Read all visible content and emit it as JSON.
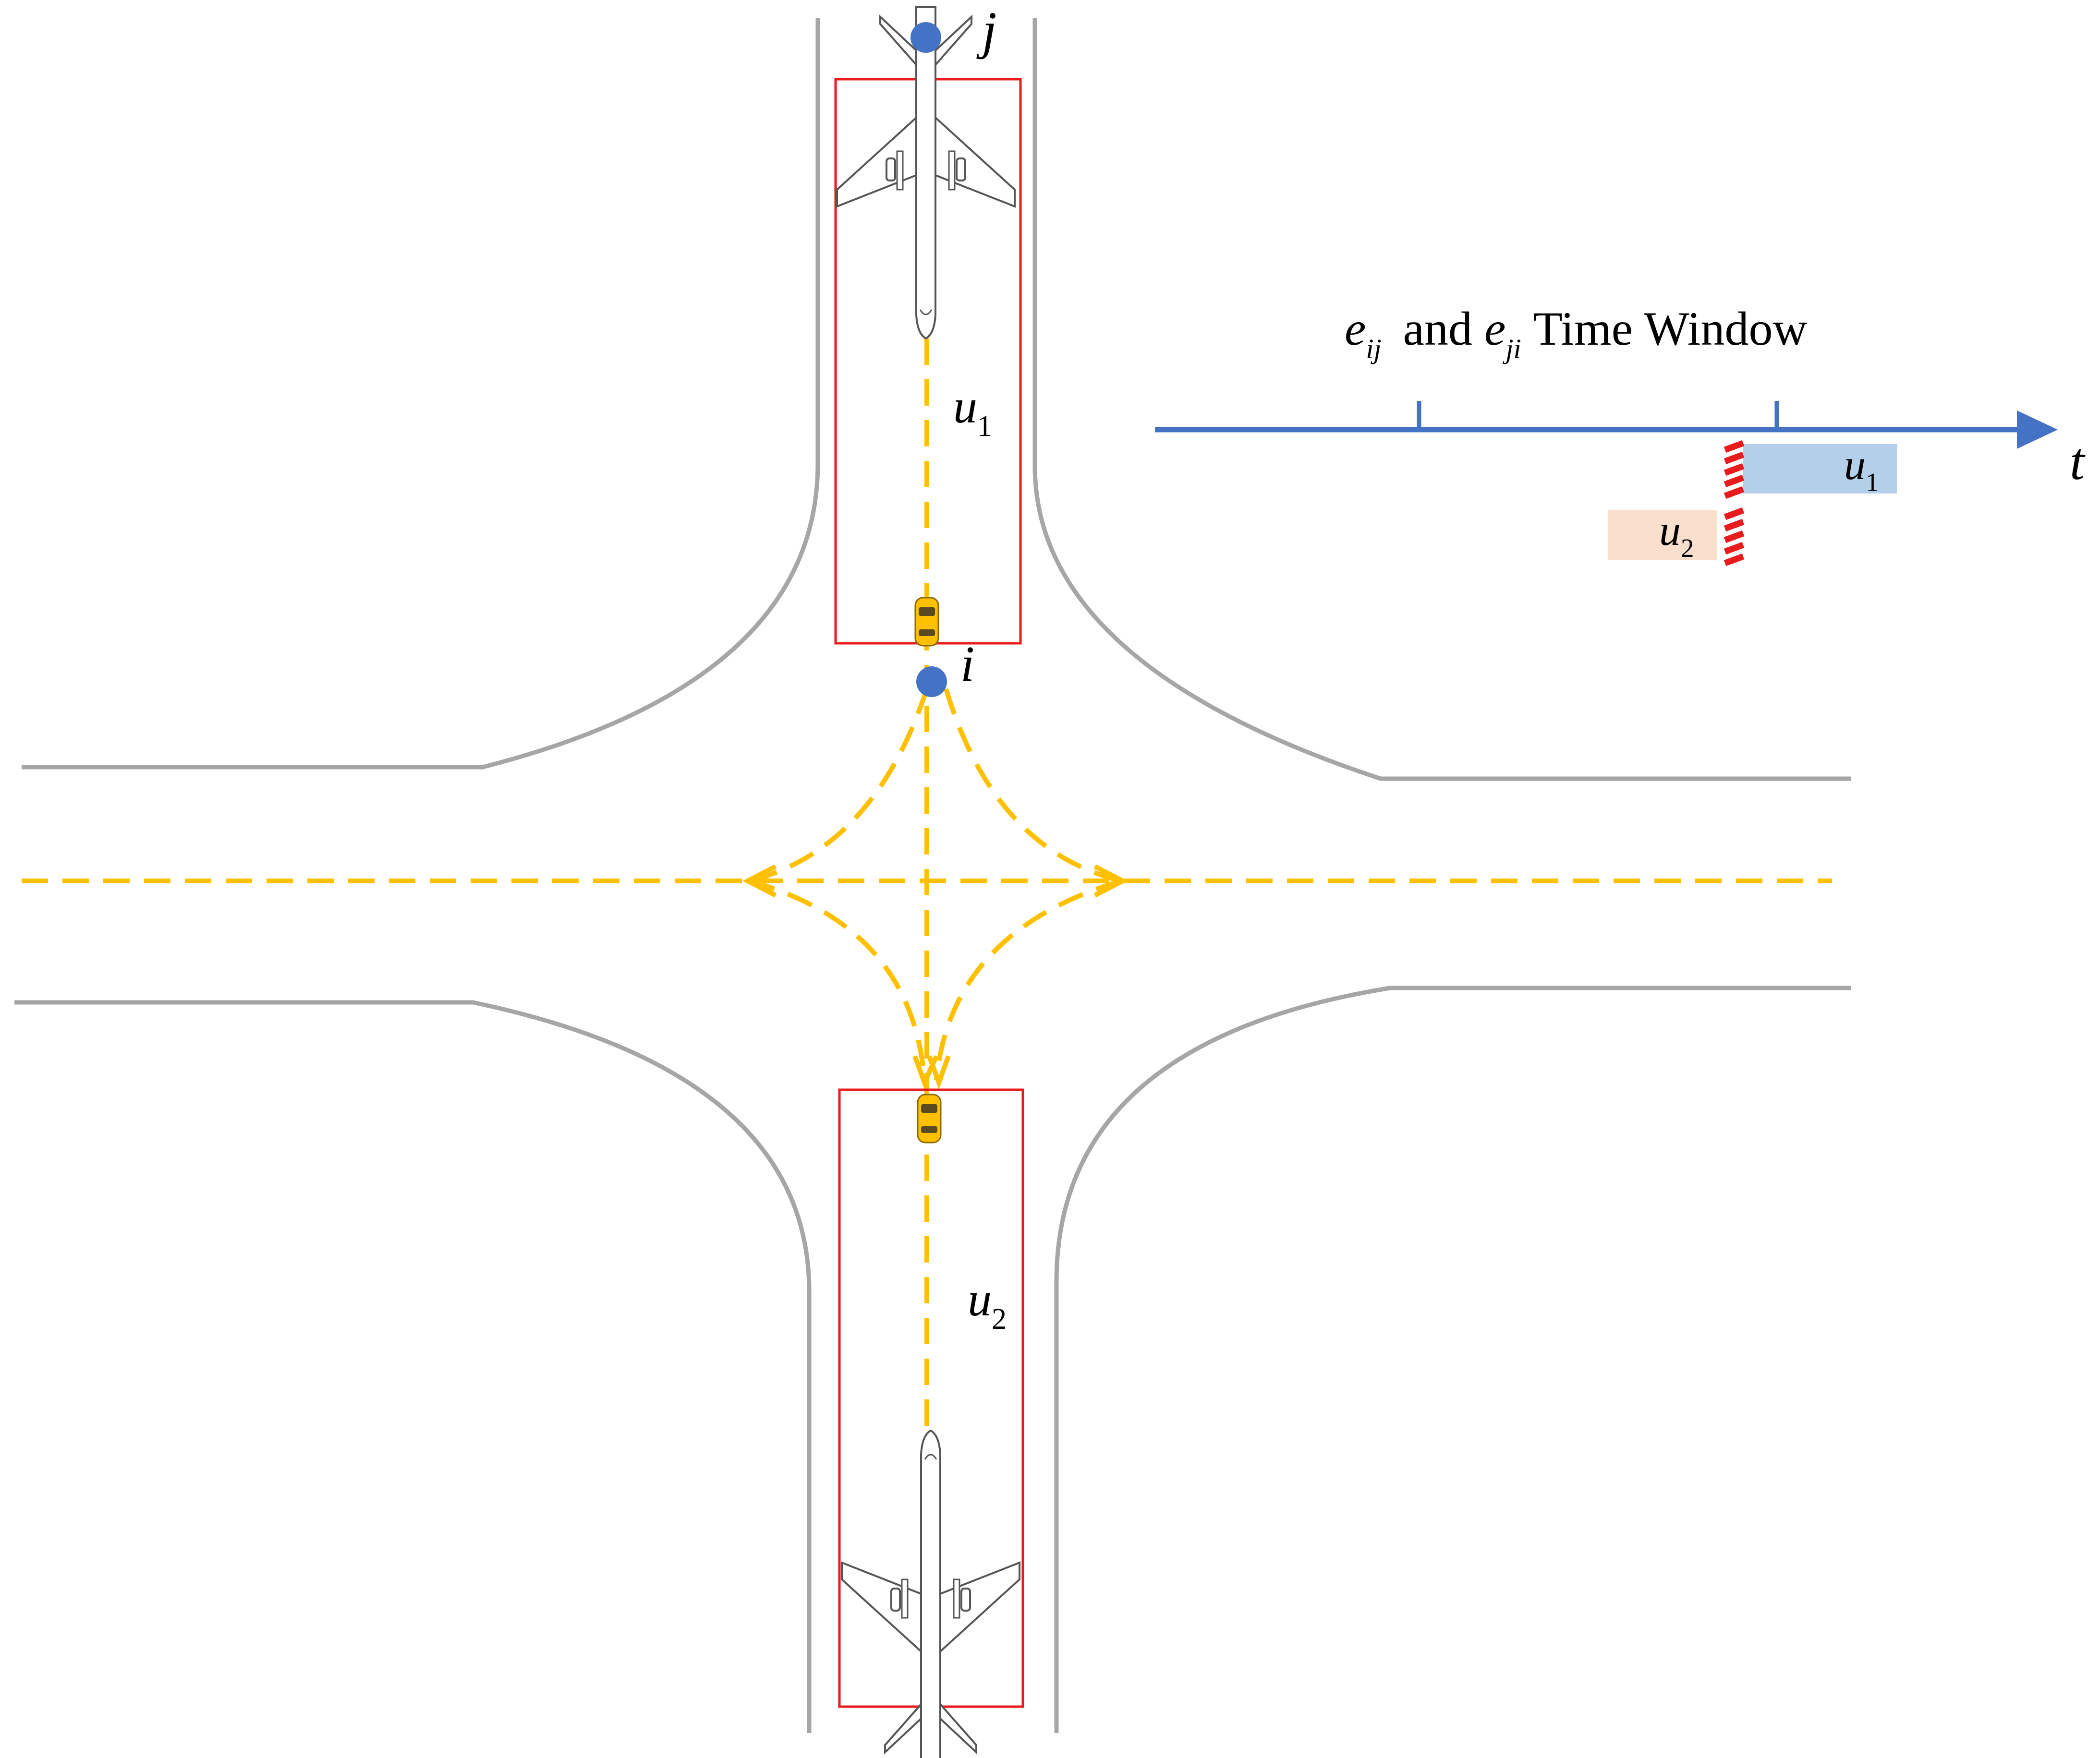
{
  "nodes": [
    {
      "id": "j",
      "label": "j"
    },
    {
      "id": "i",
      "label": "i"
    }
  ],
  "zones": [
    {
      "id": "u1",
      "base": "u",
      "sub": "1"
    },
    {
      "id": "u2",
      "base": "u",
      "sub": "2"
    }
  ],
  "timeline": {
    "title": {
      "e1_base": "e",
      "e1_sub": "ij",
      "and": "and",
      "e2_base": "e",
      "e2_sub": "ji",
      "rest": "Time Window"
    },
    "axis_label": "t",
    "bars": [
      {
        "id": "u1",
        "base": "u",
        "sub": "1",
        "color": "#b4cfe9"
      },
      {
        "id": "u2",
        "base": "u",
        "sub": "2",
        "color": "#f9dfcc"
      }
    ],
    "axis_color": "#4472c4",
    "marker_color": "#e81c1c"
  },
  "colors": {
    "road_edge": "#a6a6a6",
    "taxi_path": "#ffc000",
    "zone_border": "#e81c1c",
    "node": "#4472c4"
  },
  "icons": [
    "airplane-icon",
    "airplane-icon",
    "car-icon",
    "car-icon"
  ]
}
